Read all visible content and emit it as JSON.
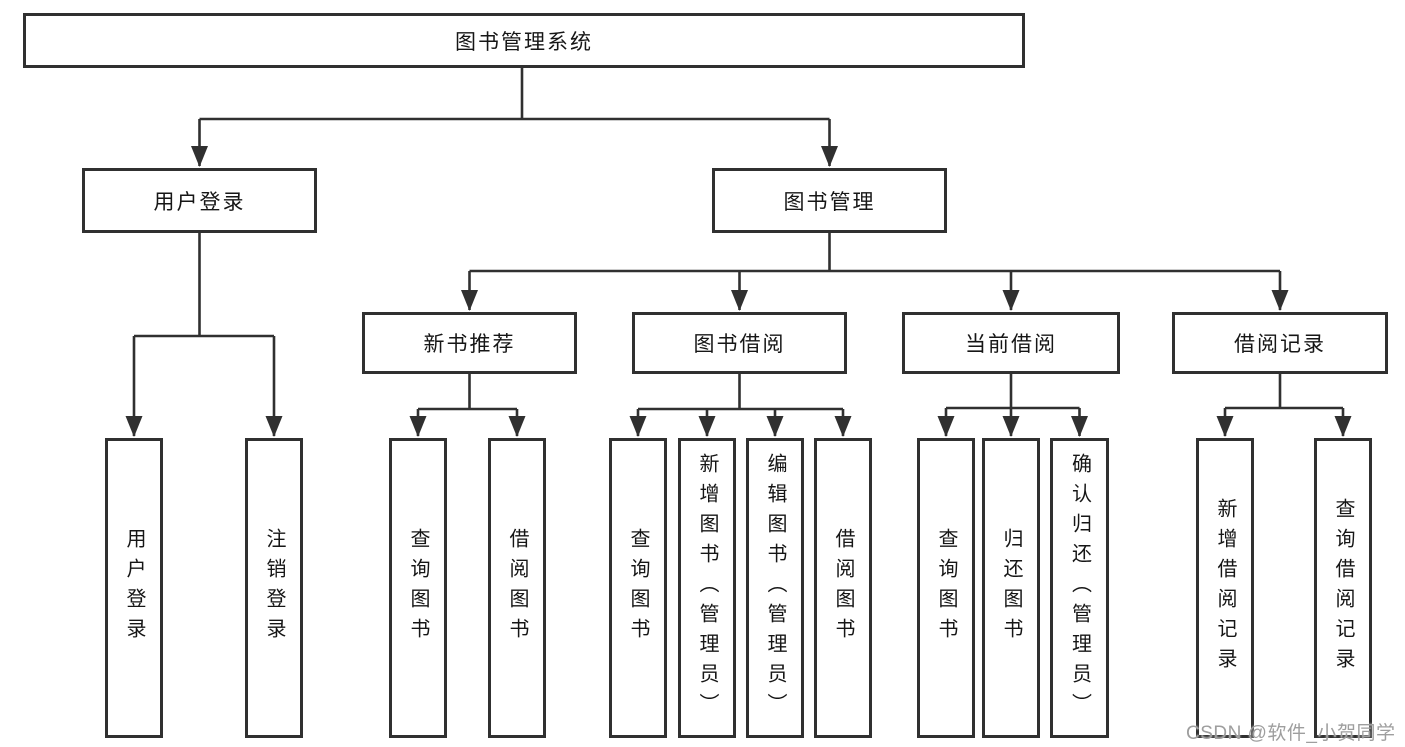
{
  "diagram": {
    "type": "hierarchy-tree",
    "root": {
      "label": "图书管理系统",
      "children": [
        {
          "label": "用户登录",
          "children": [
            {
              "label": "用户登录"
            },
            {
              "label": "注销登录"
            }
          ]
        },
        {
          "label": "图书管理",
          "children": [
            {
              "label": "新书推荐",
              "children": [
                {
                  "label": "查询图书"
                },
                {
                  "label": "借阅图书"
                }
              ]
            },
            {
              "label": "图书借阅",
              "children": [
                {
                  "label": "查询图书"
                },
                {
                  "label": "新增图书（管理员）"
                },
                {
                  "label": "编辑图书（管理员）"
                },
                {
                  "label": "借阅图书"
                }
              ]
            },
            {
              "label": "当前借阅",
              "children": [
                {
                  "label": "查询图书"
                },
                {
                  "label": "归还图书"
                },
                {
                  "label": "确认归还（管理员）"
                }
              ]
            },
            {
              "label": "借阅记录",
              "children": [
                {
                  "label": "新增借阅记录"
                },
                {
                  "label": "查询借阅记录"
                }
              ]
            }
          ]
        }
      ]
    },
    "colors": {
      "line": "#303030",
      "box_border": "#303030",
      "box_fill": "#ffffff",
      "text": "#161616",
      "watermark": "#9e9e9e"
    }
  },
  "watermark": {
    "text": "CSDN @软件_小贺同学"
  }
}
